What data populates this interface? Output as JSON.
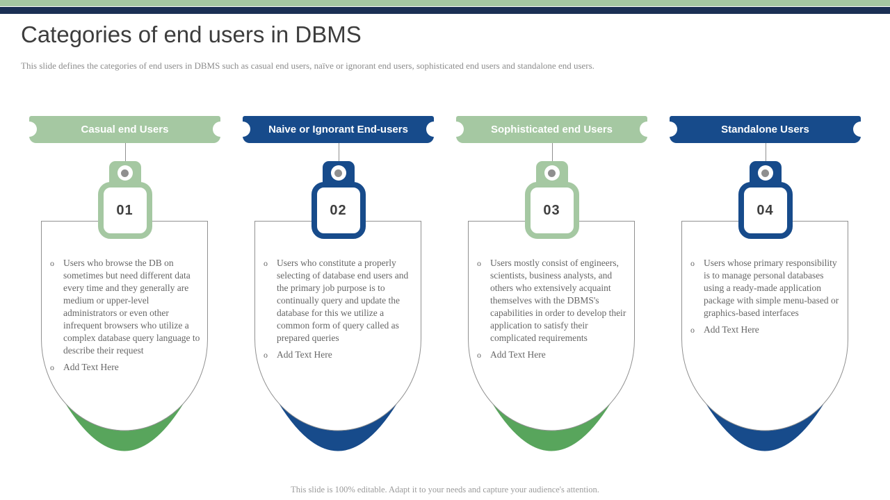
{
  "slide": {
    "title": "Categories of end users in DBMS",
    "subtitle": "This slide defines the categories of end users in DBMS such as casual end users, naïve or ignorant end users, sophisticated end users and standalone end users.",
    "footer": "This slide is 100% editable. Adapt it to your needs and capture your audience's attention."
  },
  "colors": {
    "green": {
      "main": "#A5C8A2",
      "crescent": "#58A55C"
    },
    "navy": {
      "main": "#174B8B",
      "crescent": "#174B8B"
    },
    "top_bar_green": "#A5C8A2",
    "top_bar_navy": "#1B3054"
  },
  "categories": [
    {
      "id": "01",
      "title": "Casual end Users",
      "accent": "green",
      "points": [
        "Users who browse the DB on sometimes but need different data every time and they generally are medium or upper-level administrators or even other infrequent browsers who utilize a complex database query language to describe their request",
        "Add Text Here"
      ]
    },
    {
      "id": "02",
      "title": "Naive or Ignorant End-users",
      "accent": "navy",
      "points": [
        "Users who constitute a properly selecting of database end users and the primary job purpose is to continually query and update the database for this we utilize a common form of query called as prepared queries",
        "Add Text Here"
      ]
    },
    {
      "id": "03",
      "title": "Sophisticated end Users",
      "accent": "green",
      "points": [
        "Users mostly consist of engineers, scientists, business analysts, and others who extensively acquaint themselves with the DBMS's capabilities in order to develop their application to satisfy their complicated requirements",
        "Add Text Here"
      ]
    },
    {
      "id": "04",
      "title": "Standalone Users",
      "accent": "navy",
      "points": [
        "Users whose primary responsibility is to manage personal databases using a ready-made application package with simple menu-based or graphics-based interfaces",
        "Add Text Here"
      ]
    }
  ]
}
